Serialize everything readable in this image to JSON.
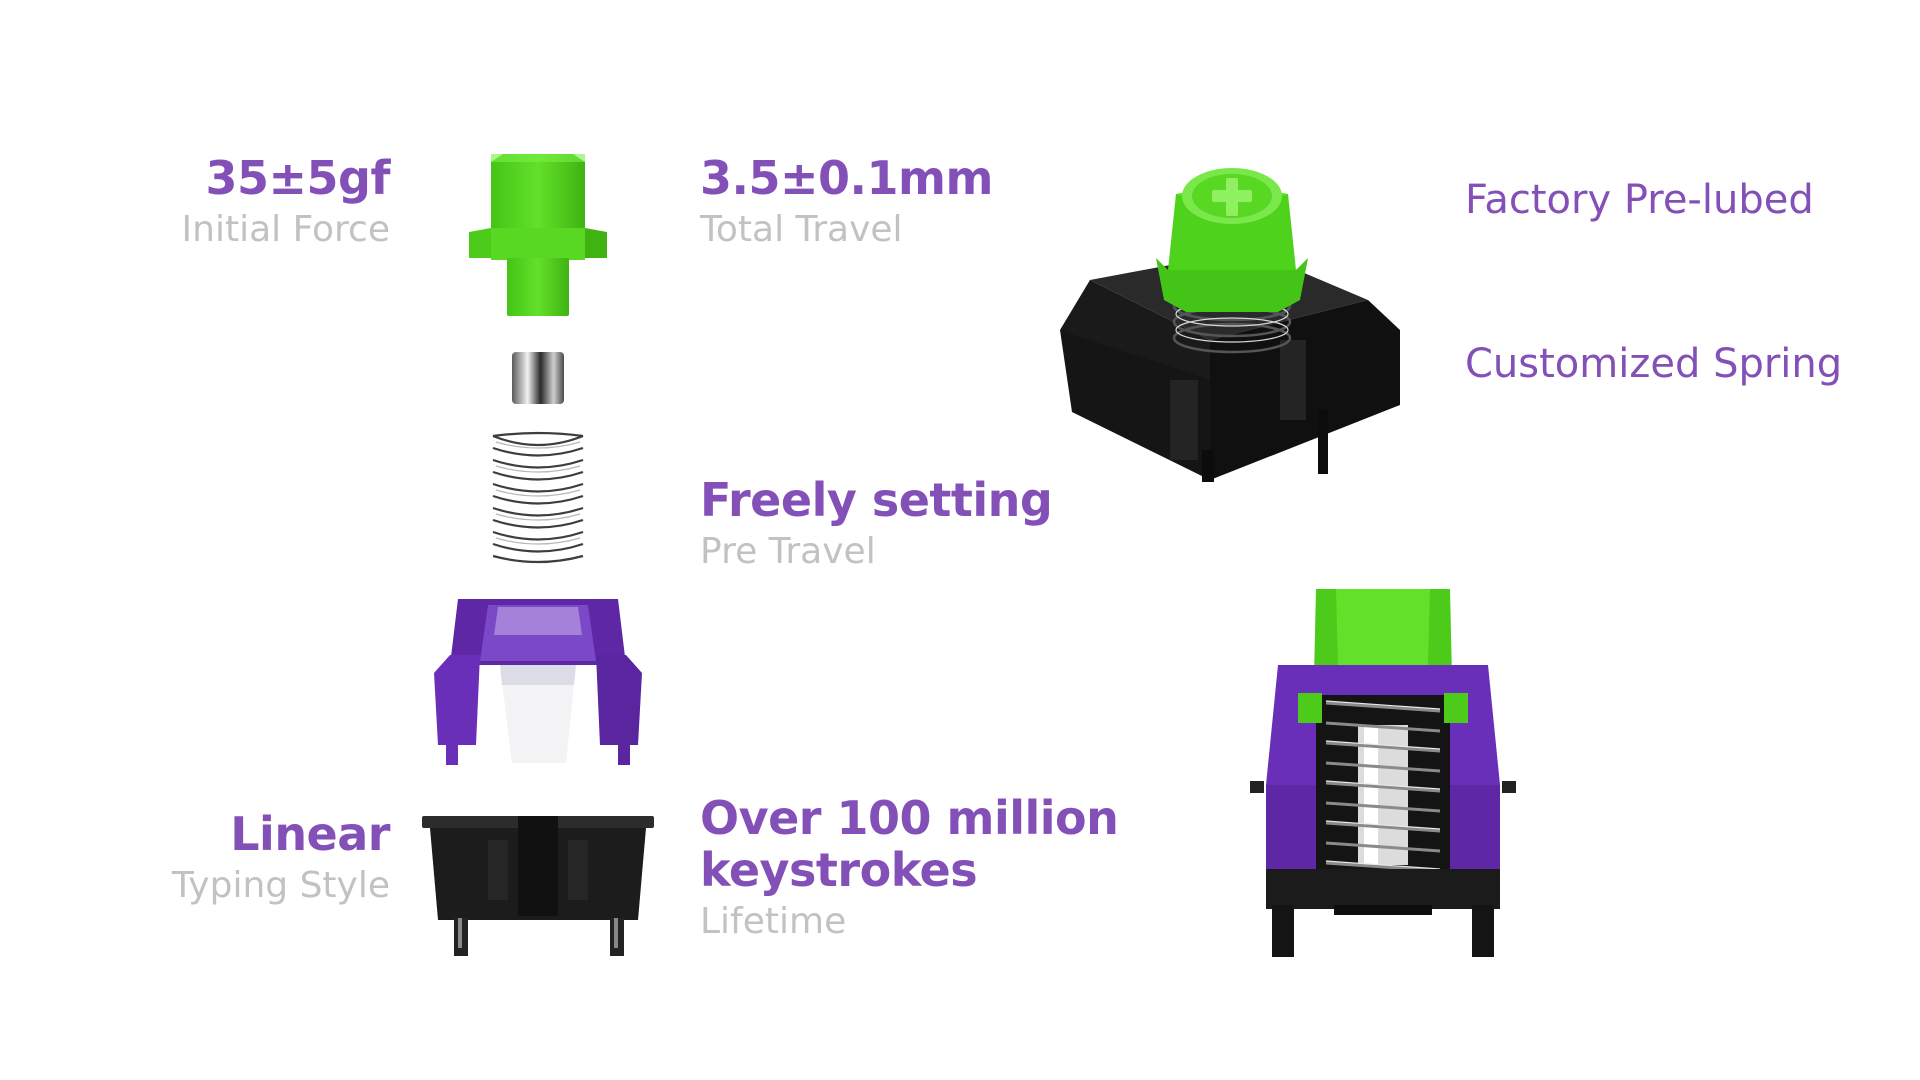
{
  "specs": {
    "initial_force": {
      "value": "35±5gf",
      "label": "Initial Force"
    },
    "total_travel": {
      "value": "3.5±0.1mm",
      "label": "Total Travel"
    },
    "pre_travel": {
      "value": "Freely setting",
      "label": "Pre Travel"
    },
    "typing_style": {
      "value": "Linear",
      "label": "Typing Style"
    },
    "lifetime": {
      "value_line1": "Over 100 million",
      "value_line2": "keystrokes",
      "label": "Lifetime"
    }
  },
  "features": {
    "lubed": "Factory Pre-lubed",
    "spring": "Customized Spring"
  },
  "colors": {
    "accent": "#8350b8",
    "label_gray": "#c2c2c2",
    "stem_green": "#52d61e",
    "housing_purple": "#6a2fb8",
    "housing_black": "#1a1a1a"
  },
  "icons": {
    "stem": "switch-stem-icon",
    "magnet": "magnet-icon",
    "spring": "spring-icon",
    "top_housing": "top-housing-icon",
    "bottom_housing": "bottom-housing-icon",
    "assembled_top": "assembled-switch-top-icon",
    "assembled_front": "assembled-switch-front-icon"
  }
}
